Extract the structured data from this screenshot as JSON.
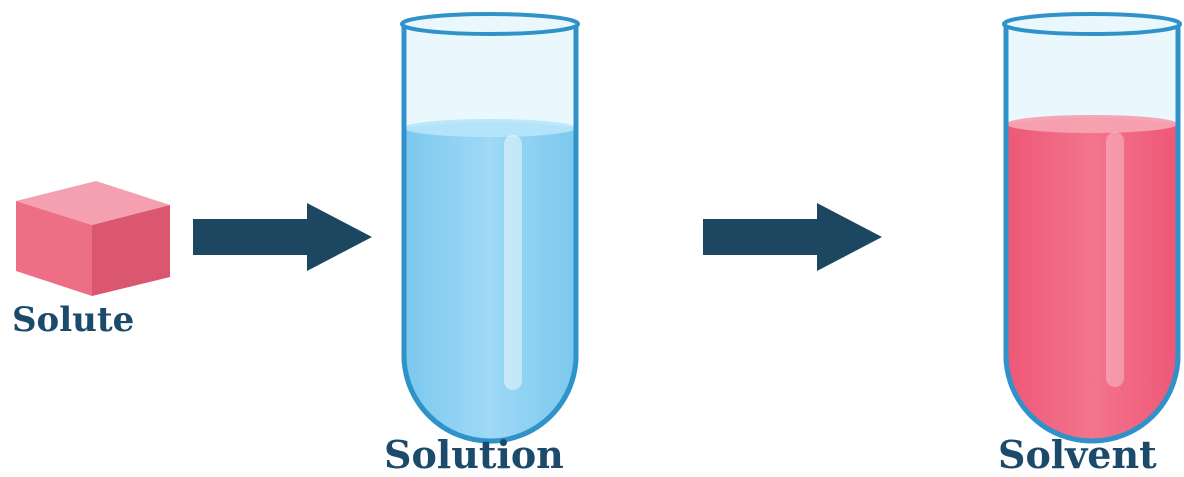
{
  "labels": {
    "solute": "Solute",
    "solution": "Solution",
    "solvent": "Solvent"
  },
  "colors": {
    "label": "#1b4a6b",
    "arrow": "#1d4761",
    "blue_liquid": "#8fd3f5",
    "pink_liquid": "#f0637f",
    "cube_top": "#f28ea0",
    "cube_left": "#e9677f",
    "cube_right": "#d9546f",
    "tube_outline": "#2f93c9"
  },
  "icons": [
    "cube-icon",
    "arrow-right-icon",
    "test-tube-icon"
  ]
}
